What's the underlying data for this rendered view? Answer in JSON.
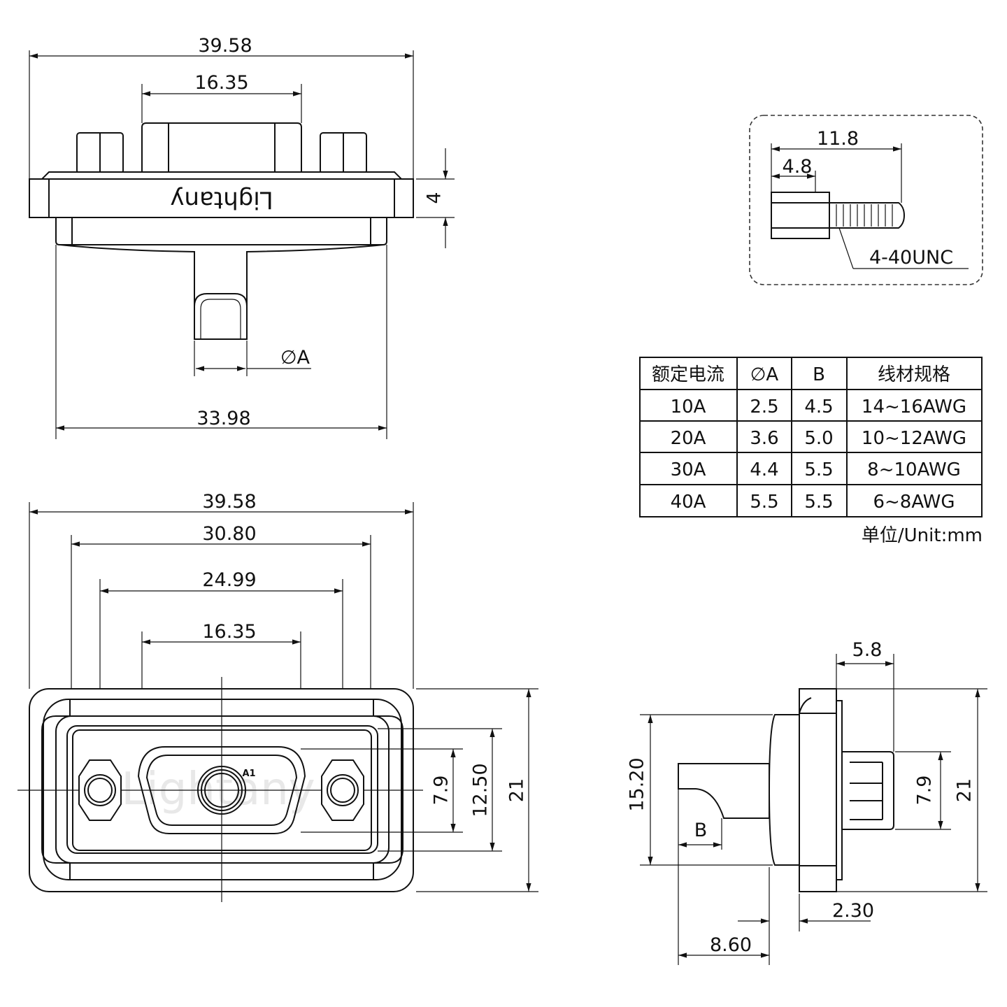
{
  "top_view": {
    "overall_width": "39.58",
    "inner_width": "16.35",
    "thickness": "4",
    "bottom_width": "33.98",
    "pin_dia": "∅A",
    "brand": "Lightany"
  },
  "screw_detail": {
    "length": "11.8",
    "hex_length": "4.8",
    "thread": "4-40UNC"
  },
  "spec_table": {
    "headers": [
      "额定电流",
      "∅A",
      "B",
      "线材规格"
    ],
    "rows": [
      [
        "10A",
        "2.5",
        "4.5",
        "14~16AWG"
      ],
      [
        "20A",
        "3.6",
        "5.0",
        "10~12AWG"
      ],
      [
        "30A",
        "4.4",
        "5.5",
        "8~10AWG"
      ],
      [
        "40A",
        "5.5",
        "5.5",
        "6~8AWG"
      ]
    ],
    "unit": "单位/Unit:mm"
  },
  "front_view": {
    "overall_width": "39.58",
    "width_2": "30.80",
    "hole_spacing": "24.99",
    "shell_width": "16.35",
    "height_inner": "7.9",
    "height_mid": "12.50",
    "height_total": "21",
    "pin_label": "A1",
    "watermark": "Lightany"
  },
  "side_view": {
    "depth": "5.8",
    "height_inner": "7.9",
    "height_total": "21",
    "height_body": "15.20",
    "b_label": "B",
    "flange": "2.30",
    "tail_length": "8.60"
  }
}
